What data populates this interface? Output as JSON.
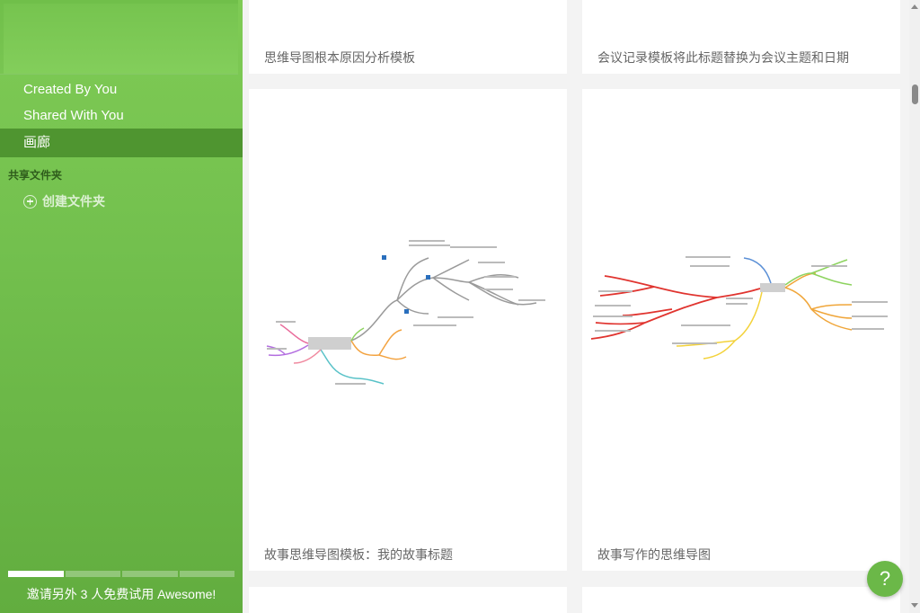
{
  "sidebar": {
    "nav": [
      {
        "label": "Created By You"
      },
      {
        "label": "Shared With You"
      },
      {
        "label": "画廊"
      }
    ],
    "section_title": "共享文件夹",
    "create_folder": "创建文件夹",
    "invite": "邀请另外 3 人免费试用 Awesome!",
    "invite_progress": 0.25
  },
  "gallery": {
    "cards": [
      {
        "caption": "思维导图根本原因分析模板"
      },
      {
        "caption": "会议记录模板将此标题替换为会议主题和日期"
      },
      {
        "caption": "故事思维导图模板：我的故事标题"
      },
      {
        "caption": "故事写作的思维导图"
      }
    ]
  },
  "help": {
    "label": "?"
  },
  "colors": {
    "sidebar_green": "#73c04e",
    "active_green": "#4f9530",
    "help_green": "#6bb848"
  }
}
